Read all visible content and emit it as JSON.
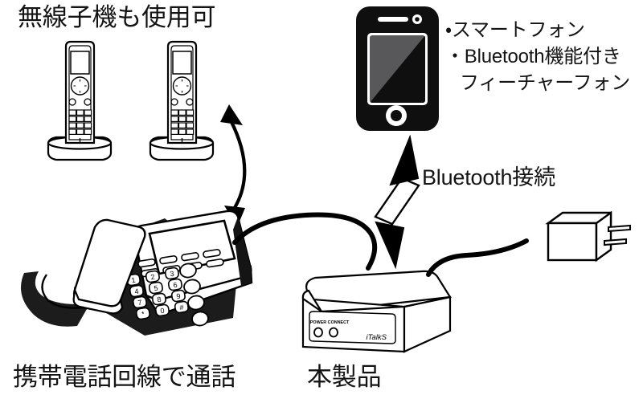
{
  "diagram": {
    "title_wireless_handsets": "無線子機も使用可",
    "label_mobile_line_call": "携帯電話回線で通話",
    "label_this_product": "本製品",
    "label_bluetooth_connection": "Bluetooth接続",
    "phone_types": [
      "・スマートフォン",
      "・Bluetooth機能付き",
      "フィーチャーフォン"
    ]
  },
  "device": {
    "brand": "iTalkS",
    "indicator_power": "POWER",
    "indicator_connect": "CONNECT"
  },
  "desk_phone": {
    "keypad": [
      "1",
      "2",
      "3",
      "4",
      "5",
      "6",
      "7",
      "8",
      "9",
      "*",
      "0",
      "#"
    ]
  },
  "colors": {
    "ink": "#141414",
    "line": "#000000",
    "paper": "#ffffff",
    "screen_light": "#58585a",
    "screen_dark": "#0f0f0f"
  }
}
